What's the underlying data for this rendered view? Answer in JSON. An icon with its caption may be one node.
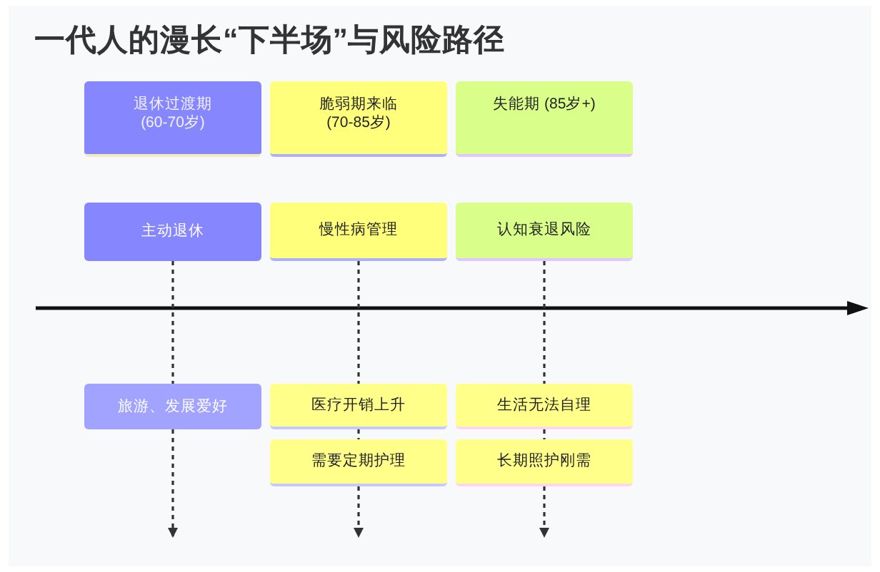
{
  "diagram": {
    "title": "一代人的漫长“下半场”与风险路径",
    "nodes": [
      {
        "text": [
          "退休过渡期 (60-70岁)"
        ]
      },
      {
        "text": [
          "脆弱期来临 (70-85岁)"
        ]
      },
      {
        "text": [
          "失能期 (85岁+)"
        ]
      },
      {
        "text": [
          "主动退休"
        ]
      },
      {
        "text": [
          "慢性病管理"
        ]
      },
      {
        "text": [
          "认知衰退风险"
        ]
      },
      {
        "text": [
          "旅游、发展爱好"
        ]
      },
      {
        "text": [
          "医疗开销上升"
        ]
      },
      {
        "text": [
          "生活无法自理"
        ]
      },
      {
        "text": [
          "需要定期护理"
        ]
      },
      {
        "text": [
          "长期照护刚需"
        ]
      }
    ],
    "edges": [
      {
        "from": 3,
        "to": 6,
        "arrow": "none",
        "style": "dashed"
      },
      {
        "from": 6,
        "to": null,
        "arrow": "to",
        "style": "dashed"
      },
      {
        "from": 4,
        "to": 7,
        "arrow": "none",
        "style": "dashed"
      },
      {
        "from": 7,
        "to": 9,
        "arrow": "none",
        "style": "dashed"
      },
      {
        "from": 9,
        "to": null,
        "arrow": "to",
        "style": "dashed"
      },
      {
        "from": 5,
        "to": 8,
        "arrow": "none",
        "style": "dashed"
      },
      {
        "from": 8,
        "to": 10,
        "arrow": "none",
        "style": "dashed"
      },
      {
        "from": 10,
        "to": null,
        "arrow": "to",
        "style": "dashed"
      }
    ]
  }
}
